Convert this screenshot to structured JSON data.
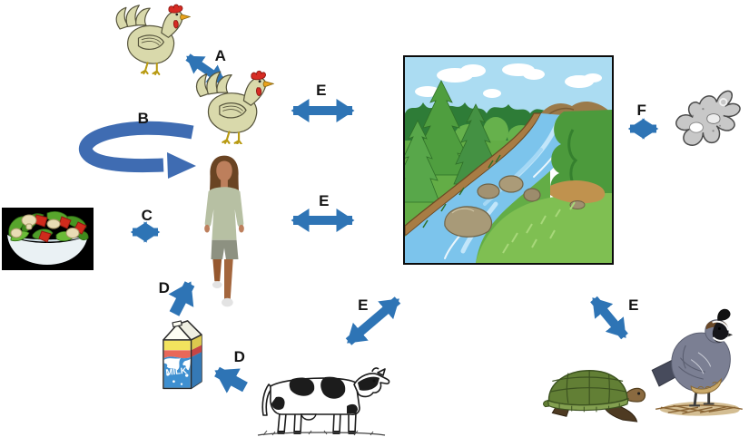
{
  "diagram": {
    "background_color": "#ffffff",
    "arrow_color": "#2e74b5",
    "curved_arrow_color": "#3f6cb2",
    "label_color": "#141414",
    "labels": {
      "a": "A",
      "b": "B",
      "c": "C",
      "d_milk_to_human": "D",
      "d_cow_to_milk": "D",
      "e_chicken_river": "E",
      "e_human_river": "E",
      "e_cow_river": "E",
      "e_river_birds": "E",
      "f": "F"
    },
    "milk_carton_text": "MILK",
    "nodes": {
      "chicken_small": "chicken",
      "chicken_large": "chicken",
      "human": "person walking",
      "salad": "salad bowl",
      "milk": "milk carton",
      "cow": "cow",
      "river": "forest river",
      "amoeba": "amoeba",
      "turtle": "turtle",
      "quail": "quail"
    }
  }
}
